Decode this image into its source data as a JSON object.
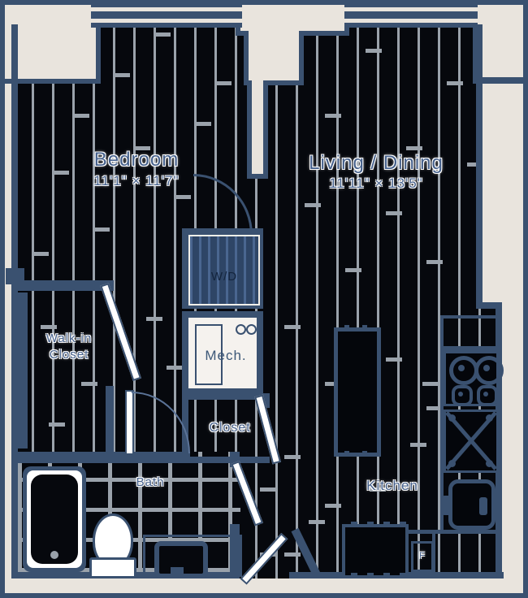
{
  "plan_title": "apartment-floor-plan",
  "rooms": {
    "bedroom": {
      "name": "Bedroom",
      "dims": "11'1\" × 11'7\""
    },
    "living_dining": {
      "name": "Living / Dining",
      "dims": "11'11\" × 13'5\""
    },
    "walk_in_closet": {
      "name_line1": "Walk-in",
      "name_line2": "Closet"
    },
    "laundry": {
      "name": "W/D"
    },
    "mech": {
      "name": "Mech."
    },
    "closet": {
      "name": "Closet"
    },
    "bath": {
      "name": "Bath"
    },
    "kitchen": {
      "name": "Kitchen"
    },
    "fridge_marker": {
      "name": "F"
    }
  },
  "fixtures": [
    "bathtub",
    "toilet",
    "vanity-sink",
    "kitchen-island",
    "range-stove",
    "kitchen-sink",
    "dishwasher",
    "refrigerator",
    "washer-dryer",
    "closet-rod",
    "entry-door",
    "window"
  ],
  "colors": {
    "wall": "#3a5170",
    "floor": "#06080d",
    "plank_line": "#9aa2ab",
    "background": "#e9e4dd",
    "label_text": "#46618c",
    "fixture_fill": "#ffffff"
  }
}
